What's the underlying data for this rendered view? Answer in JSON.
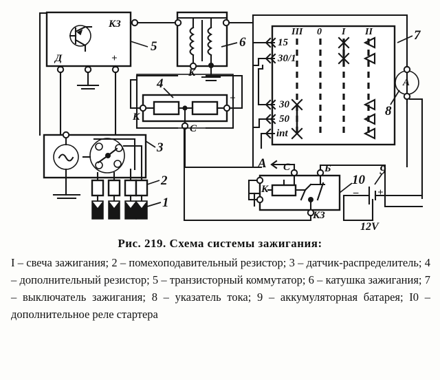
{
  "figure": {
    "caption_title": "Рис. 219. Схема системы зажигания:",
    "caption_body": "I – свеча зажигания; 2 – помехоподавительный резистор; 3 – датчик-распределитель; 4 – дополнительный резистор; 5 – транзисторный коммутатор; 6 – катушка зажигания; 7 – выключатель зажигания; 8 – указатель тока; 9 – аккумуляторная батарея; I0 – дополнительное реле стартера"
  },
  "callouts": {
    "spark_plug": "1",
    "suppression_resistor": "2",
    "distributor": "3",
    "additional_resistor": "4",
    "transistor_switch": "5",
    "ignition_coil": "6",
    "ignition_switch": "7",
    "ammeter": "8",
    "battery": "9",
    "starter_relay": "10"
  },
  "terminals": {
    "switch_kz": "КЗ",
    "switch_d": "Д",
    "switch_plus": "+",
    "coil_k": "К",
    "resistor_k": "К",
    "resistor_c": "С",
    "resistor_plus": "+",
    "relay_c": "С",
    "relay_b": "Б",
    "relay_k": "К",
    "relay_kz": "КЗ",
    "ammeter_glyph": "А",
    "point_a": "А",
    "battery_minus": "–",
    "battery_plus": "+",
    "battery_voltage": "12V"
  },
  "ignition_switch_matrix": {
    "columns": [
      "III",
      "0",
      "I",
      "II"
    ],
    "rows": [
      "15",
      "30/1",
      "30",
      "50",
      "int"
    ],
    "marks": [
      {
        "row": "15",
        "col": "I",
        "type": "x"
      },
      {
        "row": "30/1",
        "col": "I",
        "type": "x"
      },
      {
        "row": "15",
        "col": "II",
        "type": "triangle"
      },
      {
        "row": "30/1",
        "col": "II",
        "type": "triangle"
      },
      {
        "row": "30",
        "col": "III",
        "type": "x"
      },
      {
        "row": "int",
        "col": "III",
        "type": "x"
      },
      {
        "row": "30",
        "col": "II",
        "type": "triangle"
      },
      {
        "row": "50",
        "col": "II",
        "type": "triangle"
      },
      {
        "row": "int",
        "col": "II",
        "type": "triangle"
      }
    ]
  },
  "colors": {
    "ink": "#161616",
    "paper": "#fdfdfb"
  }
}
